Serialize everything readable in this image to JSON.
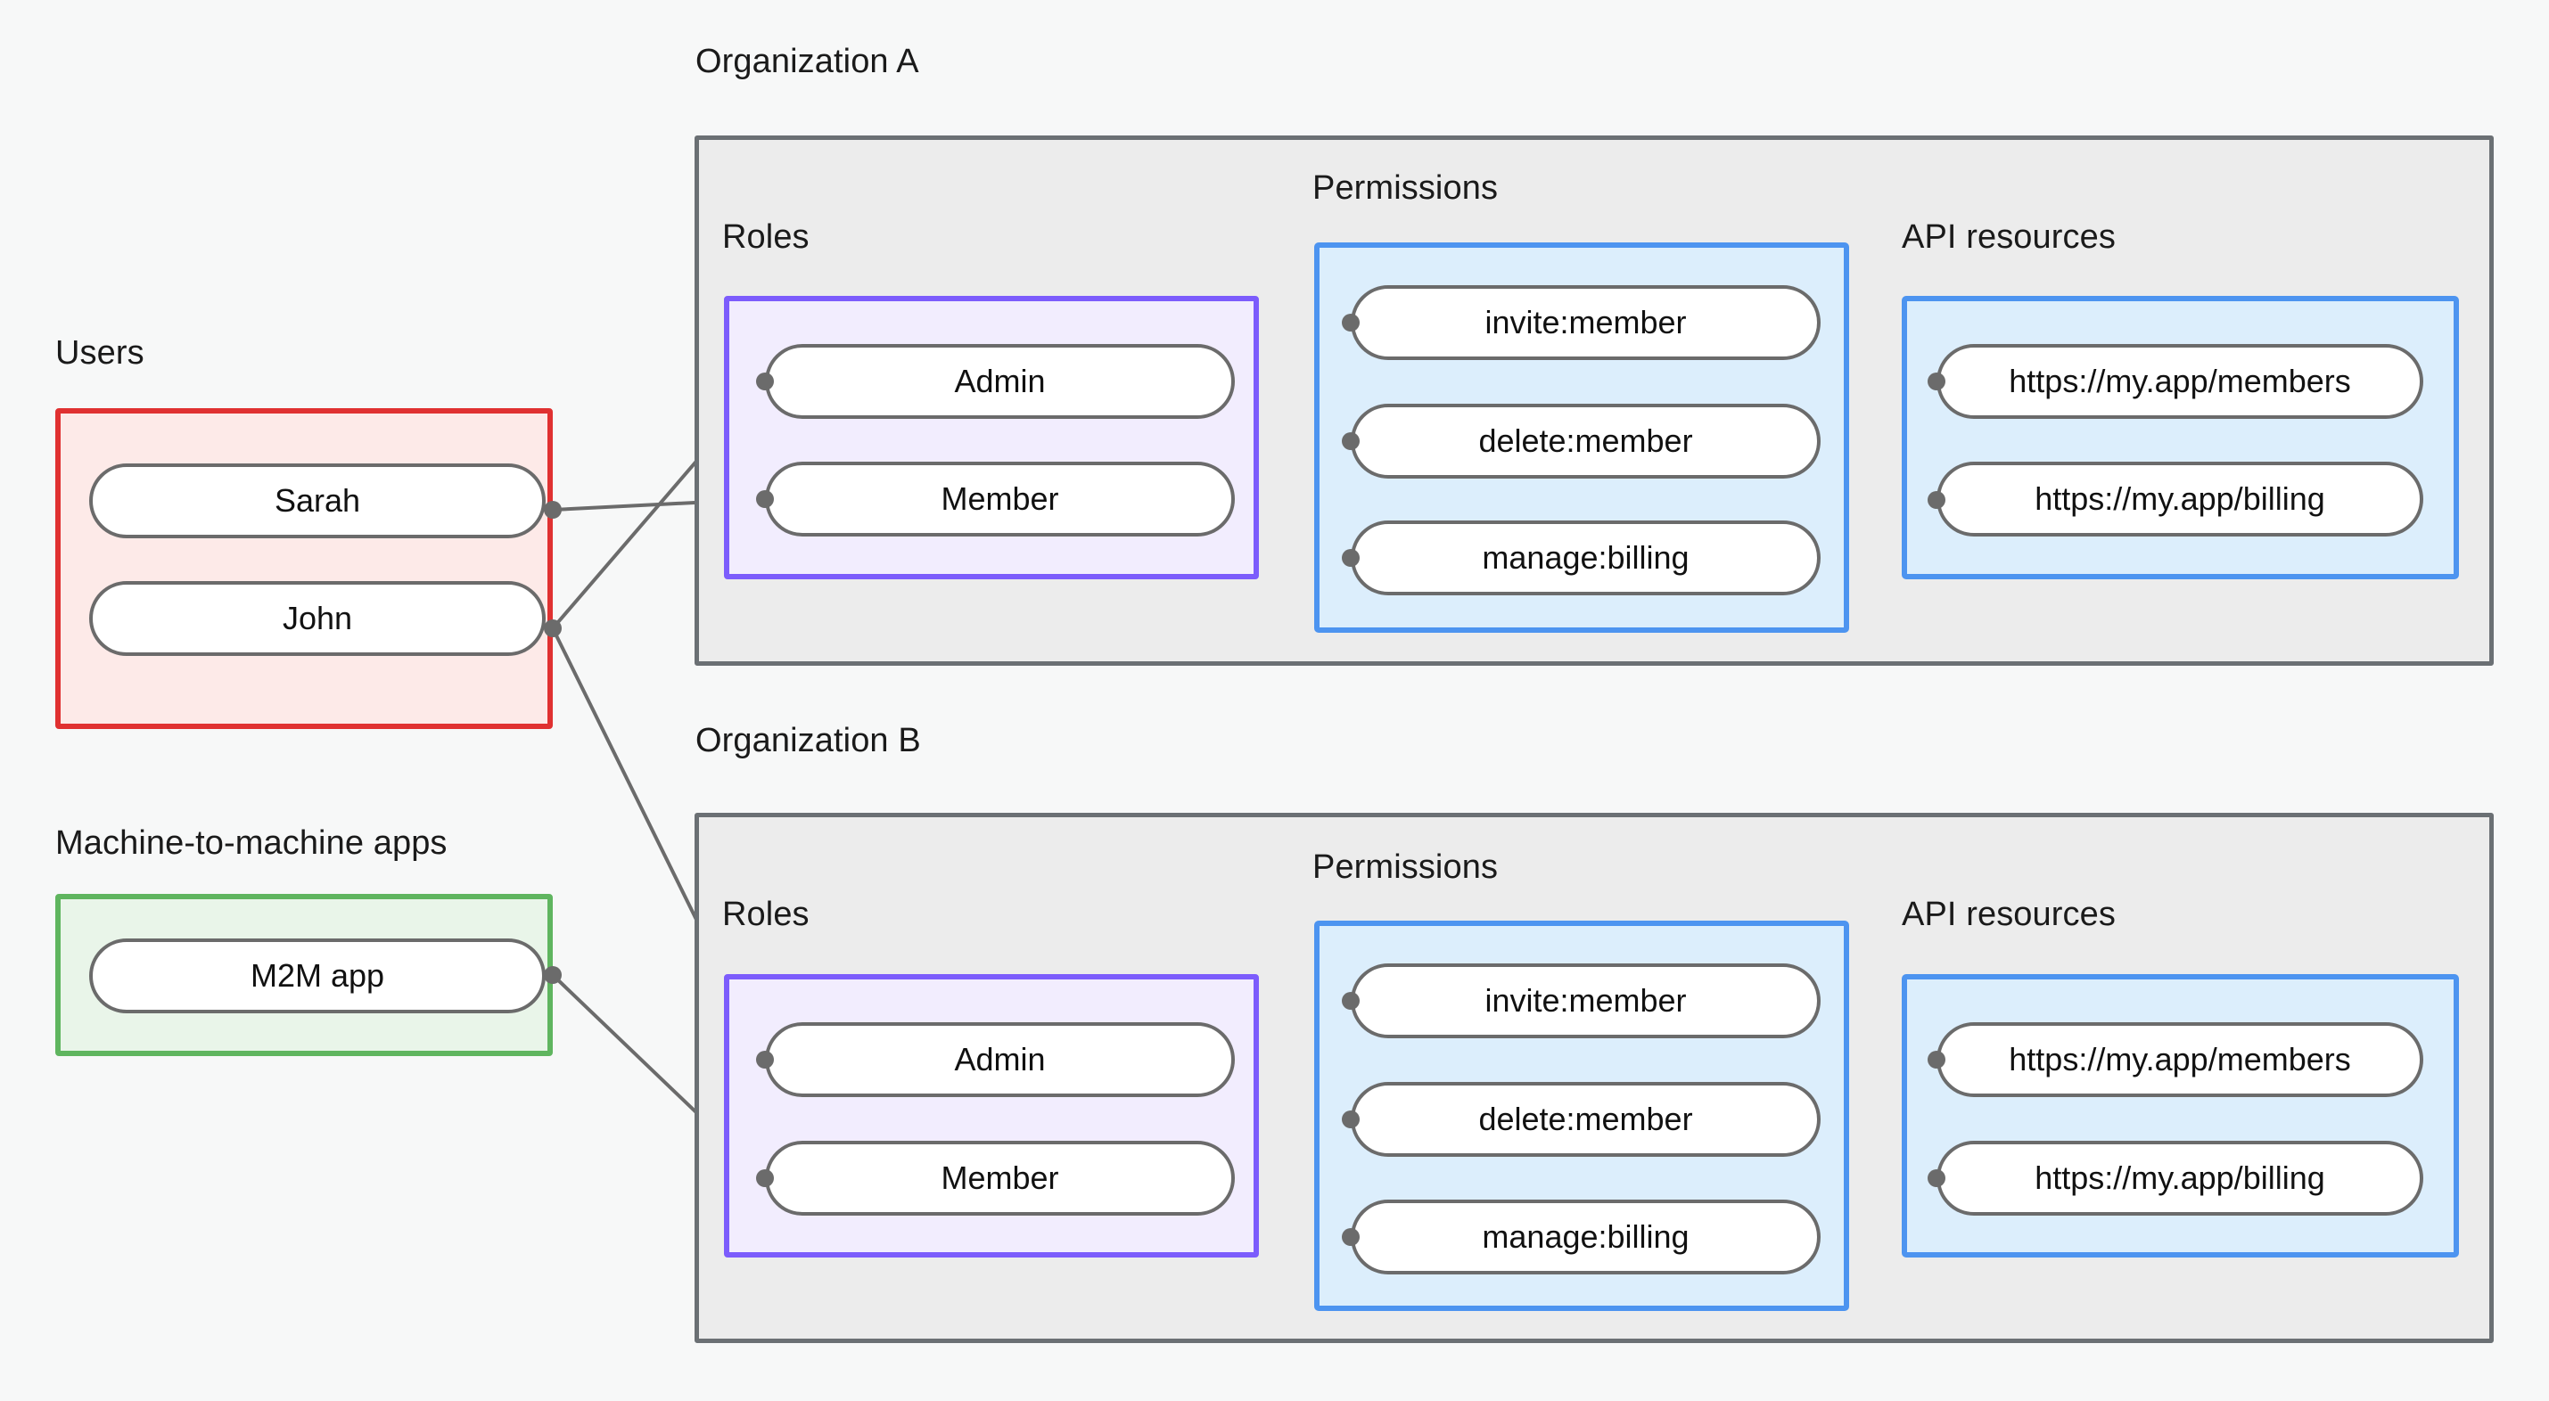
{
  "diagram": {
    "title_visible": false,
    "background_color": "#f7f8f8",
    "palette": {
      "users_border": "#e03131",
      "users_fill": "#fdeae8",
      "m2m_border": "#5fb55f",
      "m2m_fill": "#e9f5e9",
      "roles_border": "#7c5cfc",
      "roles_fill": "#f2edfe",
      "blue_border": "#4d94f0",
      "blue_fill": "#dceefc",
      "org_border": "#6b7074",
      "org_fill": "#ececec",
      "node_border": "#6b6b6b",
      "node_fill": "#ffffff",
      "edge_color": "#6b6b6b"
    }
  },
  "captions": {
    "users": "Users",
    "m2m_apps": "Machine-to-machine apps",
    "org_a": "Organization A",
    "org_b": "Organization B",
    "roles_a": "Roles",
    "roles_b": "Roles",
    "permissions_a": "Permissions",
    "permissions_b": "Permissions",
    "api_resources_a": "API resources",
    "api_resources_b": "API resources"
  },
  "users": {
    "label": "Users",
    "items": [
      {
        "label": "Sarah"
      },
      {
        "label": "John"
      }
    ]
  },
  "m2m": {
    "label": "Machine-to-machine apps",
    "items": [
      {
        "label": "M2M app"
      }
    ]
  },
  "org_a": {
    "label": "Organization A",
    "roles": {
      "label": "Roles",
      "items": [
        {
          "label": "Admin"
        },
        {
          "label": "Member"
        }
      ]
    },
    "permissions": {
      "label": "Permissions",
      "items": [
        {
          "label": "invite:member"
        },
        {
          "label": "delete:member"
        },
        {
          "label": "manage:billing"
        }
      ]
    },
    "api_resources": {
      "label": "API resources",
      "items": [
        {
          "label": "https://my.app/members"
        },
        {
          "label": "https://my.app/billing"
        }
      ]
    }
  },
  "org_b": {
    "label": "Organization B",
    "roles": {
      "label": "Roles",
      "items": [
        {
          "label": "Admin"
        },
        {
          "label": "Member"
        }
      ]
    },
    "permissions": {
      "label": "Permissions",
      "items": [
        {
          "label": "invite:member"
        },
        {
          "label": "delete:member"
        },
        {
          "label": "manage:billing"
        }
      ]
    },
    "api_resources": {
      "label": "API resources",
      "items": [
        {
          "label": "https://my.app/members"
        },
        {
          "label": "https://my.app/billing"
        }
      ]
    }
  },
  "edges": [
    {
      "from": "Sarah",
      "to": "Organization A / Member"
    },
    {
      "from": "John",
      "to": "Organization A / Admin"
    },
    {
      "from": "John",
      "to": "Organization B / Admin"
    },
    {
      "from": "M2M app",
      "to": "Organization B / Member"
    },
    {
      "from": "Organization A / Admin",
      "to": "Organization A / invite:member"
    },
    {
      "from": "Organization A / Admin",
      "to": "Organization A / delete:member"
    },
    {
      "from": "Organization A / Member",
      "to": "Organization A / manage:billing"
    },
    {
      "from": "Organization A / invite:member",
      "to": "Organization A / https://my.app/members"
    },
    {
      "from": "Organization A / delete:member",
      "to": "Organization A / https://my.app/members"
    },
    {
      "from": "Organization A / manage:billing",
      "to": "Organization A / https://my.app/billing"
    },
    {
      "from": "Organization B / Admin",
      "to": "Organization B / invite:member"
    },
    {
      "from": "Organization B / Admin",
      "to": "Organization B / delete:member"
    },
    {
      "from": "Organization B / Member",
      "to": "Organization B / manage:billing"
    },
    {
      "from": "Organization B / invite:member",
      "to": "Organization B / https://my.app/members"
    },
    {
      "from": "Organization B / delete:member",
      "to": "Organization B / https://my.app/members"
    },
    {
      "from": "Organization B / manage:billing",
      "to": "Organization B / https://my.app/billing"
    }
  ]
}
